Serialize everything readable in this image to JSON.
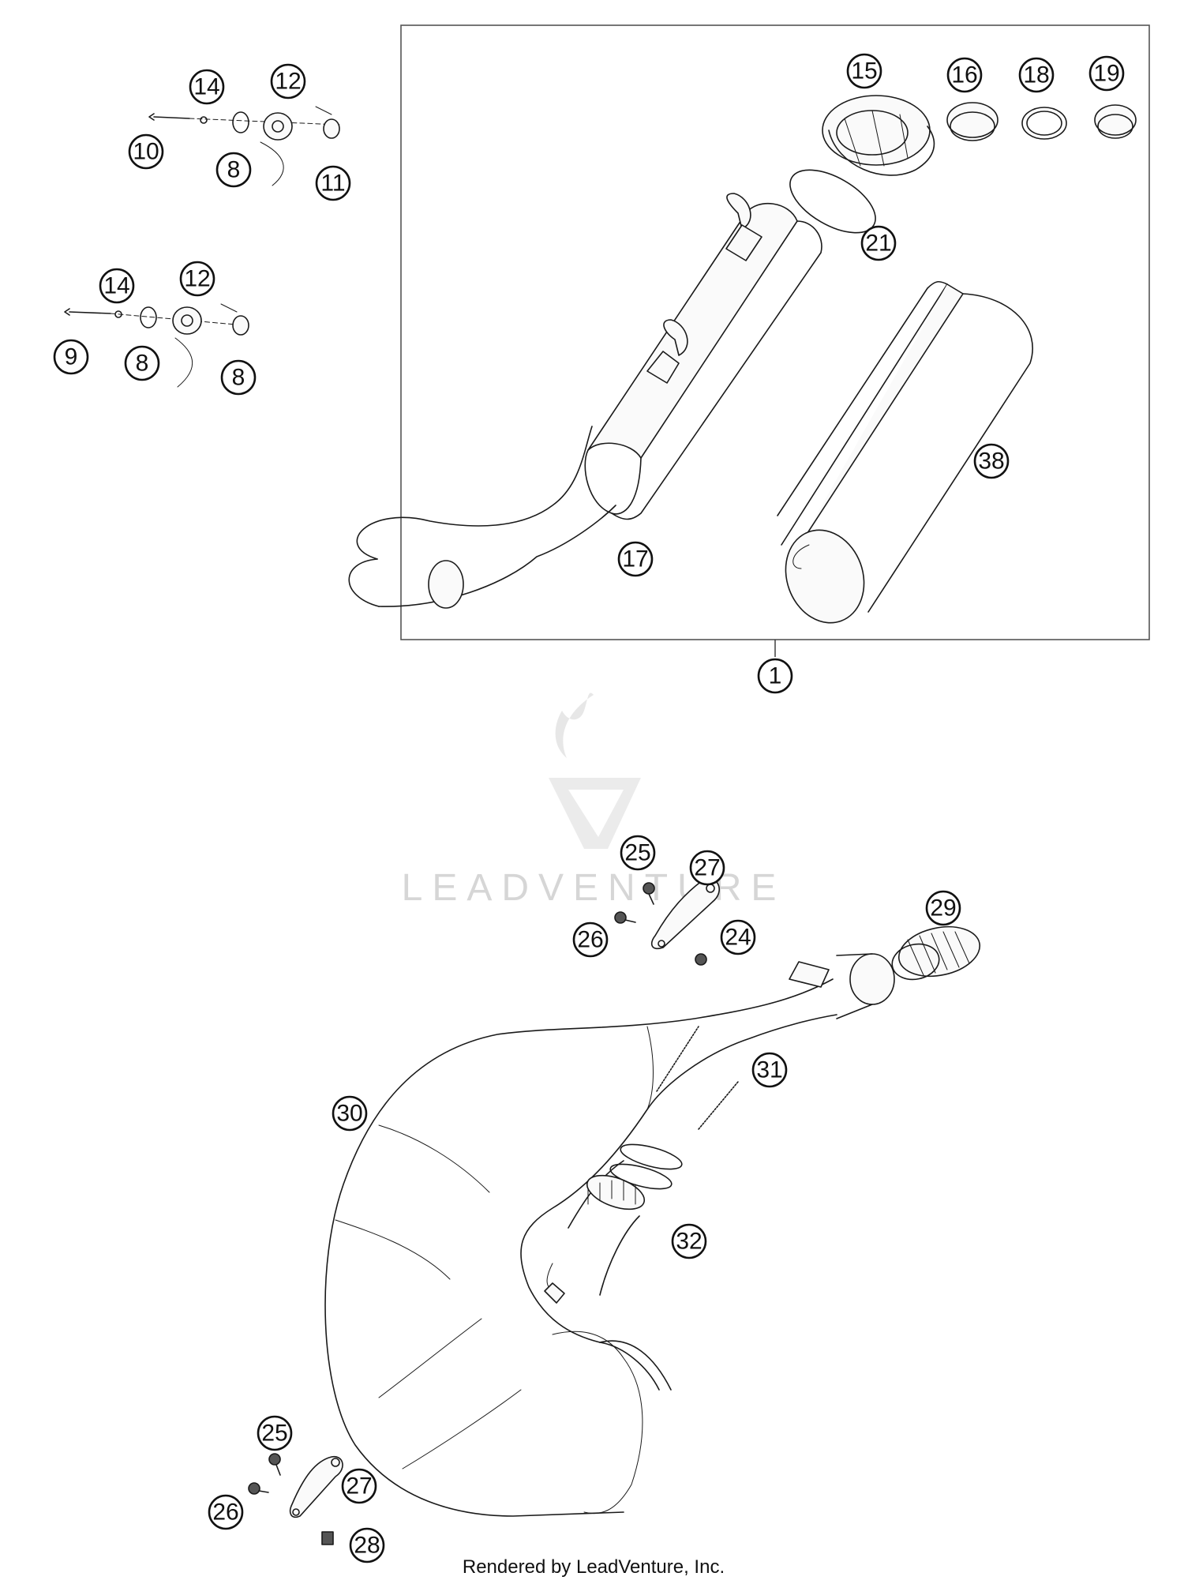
{
  "diagram": {
    "footer_text": "Rendered by LeadVenture, Inc.",
    "watermark_text": "LEADVENTURE",
    "callouts": [
      "14",
      "12",
      "10",
      "8",
      "11",
      "14",
      "12",
      "9",
      "8",
      "8",
      "15",
      "16",
      "18",
      "19",
      "21",
      "38",
      "17",
      "1",
      "25",
      "27",
      "26",
      "24",
      "29",
      "30",
      "31",
      "32",
      "25",
      "27",
      "26",
      "28"
    ]
  }
}
